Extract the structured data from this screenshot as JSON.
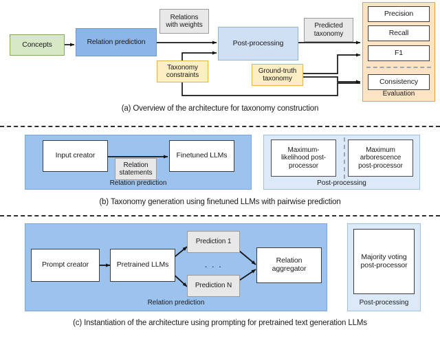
{
  "figure": {
    "title": "Architecture for taxonomy construction with LLMs",
    "colors": {
      "concept_fill": "#d6e8c6",
      "concept_stroke": "#82a85e",
      "relation_fill": "#8cb6e8",
      "postproc_fill": "#cfe0f4",
      "artifact_fill": "#e8e8e8",
      "constraint_fill": "#fdeec3",
      "constraint_stroke": "#e0b44e",
      "evaluation_fill": "#fce3c3",
      "evaluation_stroke": "#e8a33c",
      "panel_dark_blue": "#9cc2ee",
      "panel_light_blue": "#dbe9f8",
      "box_stroke": "#3b3b3b",
      "arrow": "#1a1a1a"
    }
  },
  "panel_a": {
    "caption": "(a) Overview of the architecture for taxonomy construction",
    "concepts": "Concepts",
    "relation_prediction": "Relation prediction",
    "relations_with_weights": "Relations\nwith weights",
    "post_processing": "Post-processing",
    "taxonomy_constraints": "Taxonomy\nconstraints",
    "predicted_taxonomy": "Predicted\ntaxonomy",
    "ground_truth_taxonomy": "Ground-truth\ntaxonomy",
    "evaluation": {
      "label": "Evaluation",
      "metrics": [
        "Precision",
        "Recall",
        "F1"
      ],
      "consistency": "Consistency"
    }
  },
  "panel_b": {
    "caption": "(b) Taxonomy generation using finetuned LLMs with pairwise prediction",
    "relation_prediction": {
      "label": "Relation prediction",
      "input_creator": "Input creator",
      "relation_statements": "Relation\nstatements",
      "finetuned_llms": "Finetuned LLMs"
    },
    "post_processing": {
      "label": "Post-processing",
      "processors": [
        "Maximum-\nlikelihood post-\nprocessor",
        "Maximum\narborescence\npost-processor"
      ]
    }
  },
  "panel_c": {
    "caption": "(c) Instantiation of the architecture using prompting for pretrained text generation LLMs",
    "relation_prediction": {
      "label": "Relation prediction",
      "prompt_creator": "Prompt creator",
      "pretrained_llms": "Pretrained LLMs",
      "prediction_first": "Prediction 1",
      "prediction_ellipsis": ". . .",
      "prediction_last": "Prediction N",
      "relation_aggregator": "Relation\naggregator"
    },
    "post_processing": {
      "label": "Post-processing",
      "processor": "Majority voting\npost-processor"
    }
  }
}
